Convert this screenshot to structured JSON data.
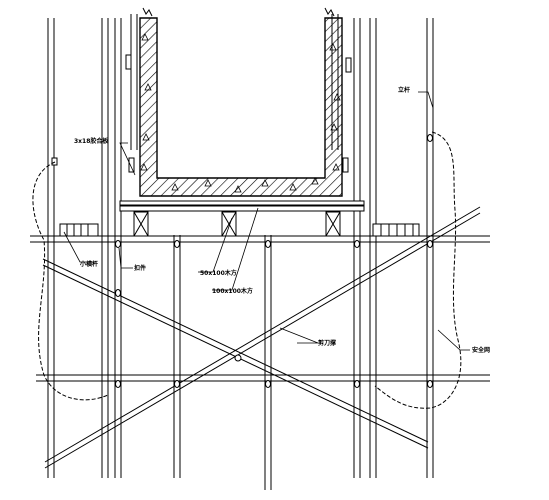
{
  "labels": {
    "formwork": "3x18胶合板",
    "pole": "立杆",
    "small_crossbar": "小横杆",
    "fastener": "扣件",
    "joist": "50x100木方",
    "main_joist": "100x100木方",
    "brace": "剪刀撑",
    "safety_net": "安全网"
  },
  "colors": {
    "line": "#000000",
    "background": "#ffffff"
  }
}
